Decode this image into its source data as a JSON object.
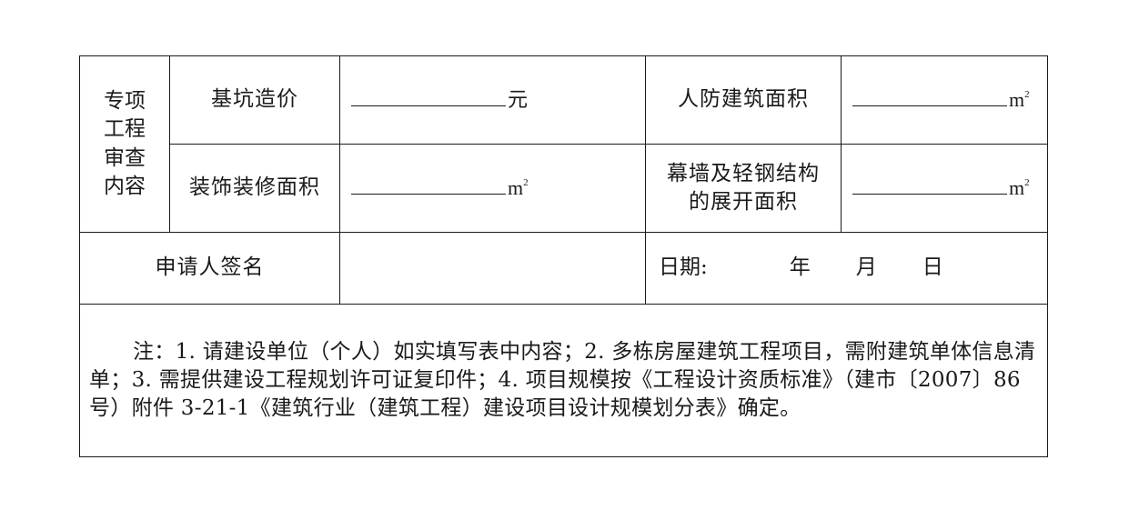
{
  "form": {
    "group_label_lines": [
      "专项",
      "工程",
      "审查",
      "内容"
    ],
    "rows": [
      {
        "left_label": "基坑造价",
        "left_unit": "元",
        "right_label_lines": [
          "人防建筑面积"
        ],
        "right_unit": "m",
        "right_unit_sup": "2"
      },
      {
        "left_label": "装饰装修面积",
        "left_unit": "m",
        "left_unit_sup": "2",
        "right_label_lines": [
          "幕墙及轻钢结构",
          "的展开面积"
        ],
        "right_unit": "m",
        "right_unit_sup": "2"
      }
    ],
    "signature": {
      "label": "申请人签名",
      "value": ""
    },
    "date": {
      "label": "日期:",
      "year": "年",
      "month": "月",
      "day": "日"
    },
    "note": {
      "text": "注：1. 请建设单位（个人）如实填写表中内容；2. 多栋房屋建筑工程项目，需附建筑单体信息清单；3. 需提供建设工程规划许可证复印件；4. 项目规模按《工程设计资质标准》（建市〔2007〕86 号）附件 3-21-1《建筑行业（建筑工程）建设项目设计规模划分表》确定。"
    }
  }
}
